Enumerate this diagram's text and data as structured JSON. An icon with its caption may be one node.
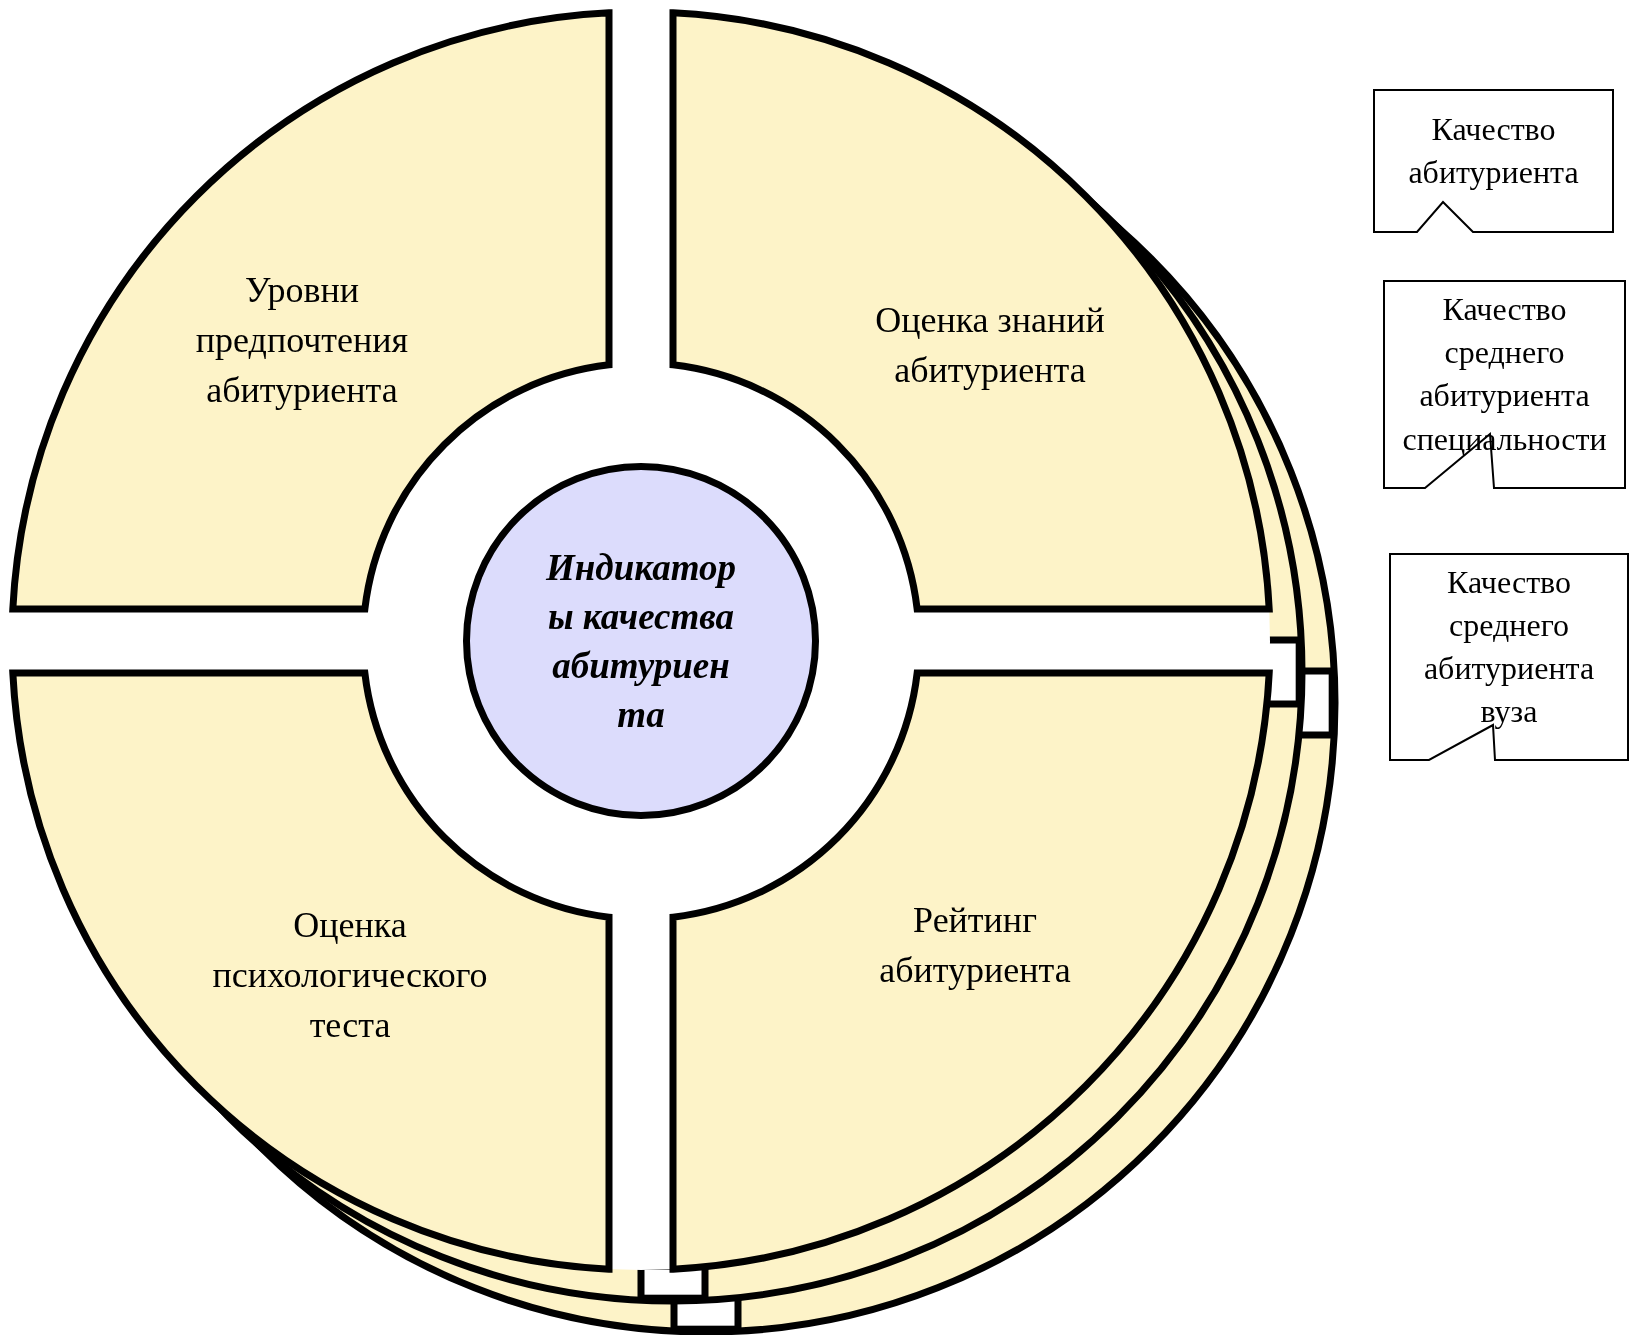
{
  "diagram": {
    "nodes": [
      {
        "text": [
          "Уровни предпочтения абитуриента"
        ]
      },
      {
        "text": [
          "Оценка знаний абитуриента"
        ]
      },
      {
        "text": [
          "Оценка психологического теста"
        ]
      },
      {
        "text": [
          "Рейтинг абитуриента"
        ]
      },
      {
        "text": [
          "Индикаторы качества абитуриента"
        ]
      },
      {
        "text": [
          "Качество абитуриента"
        ]
      },
      {
        "text": [
          "Качество среднего абитуриента специальности"
        ]
      },
      {
        "text": [
          "Качество среднего абитуриента вуза"
        ]
      }
    ]
  }
}
